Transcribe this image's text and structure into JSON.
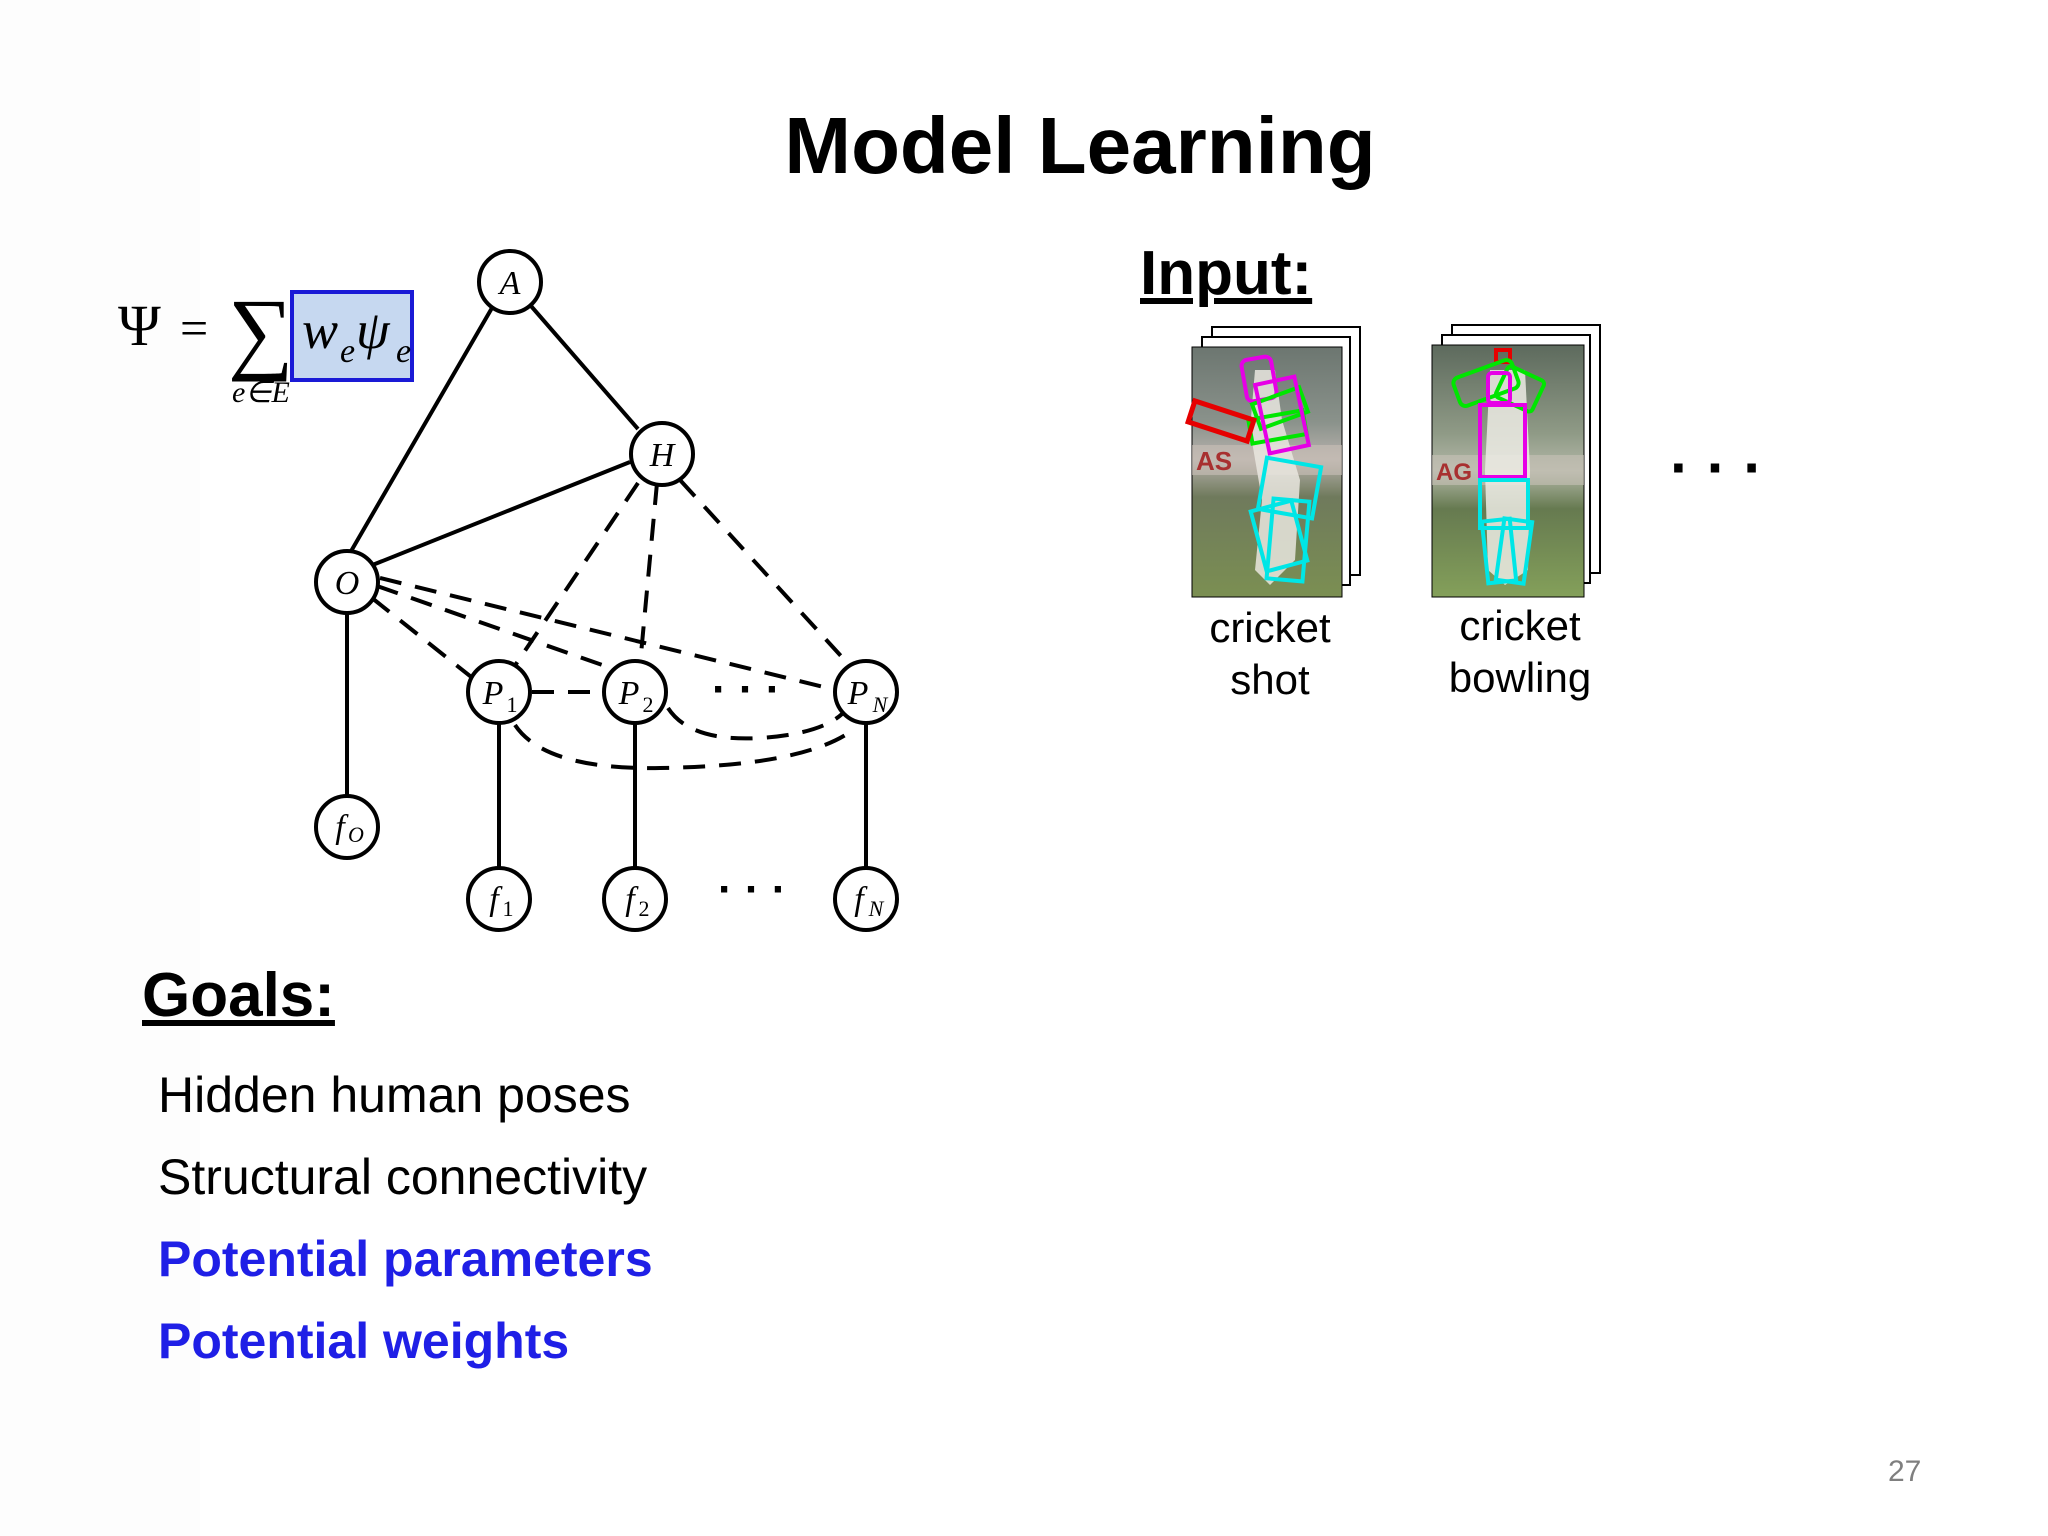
{
  "slide": {
    "title": "Model Learning",
    "page_number": "27"
  },
  "formula": {
    "lhs": "Ψ",
    "equals": "=",
    "sum": "∑",
    "sum_subscript": "e∈E",
    "term_w": "w",
    "term_w_sub": "e",
    "term_psi": "ψ",
    "term_psi_sub": "e",
    "highlight_fill": "#c6d8f0",
    "highlight_border": "#1a1ad6"
  },
  "graph": {
    "nodes": {
      "A": "A",
      "H": "H",
      "O": "O",
      "P1": "P",
      "P1_sub": "1",
      "P2": "P",
      "P2_sub": "2",
      "PN": "P",
      "PN_sub": "N",
      "fO": "f",
      "fO_sub": "O",
      "f1": "f",
      "f1_sub": "1",
      "f2": "f",
      "f2_sub": "2",
      "fN": "f",
      "fN_sub": "N"
    },
    "ellipsis": "· · ·"
  },
  "input": {
    "heading": "Input:",
    "images": [
      {
        "caption_line1": "cricket",
        "caption_line2": "shot"
      },
      {
        "caption_line1": "cricket",
        "caption_line2": "bowling"
      }
    ],
    "more": "· · ·",
    "pose_colors": {
      "head": "#e600e6",
      "arm": "#00e600",
      "bat": "#e60000",
      "legs": "#00e6e6"
    }
  },
  "goals": {
    "heading": "Goals:",
    "items": [
      {
        "label": "Hidden human poses"
      },
      {
        "label": "Structural connectivity"
      },
      {
        "label": "Potential parameters"
      },
      {
        "label": "Potential weights"
      }
    ],
    "highlight_color": "#1f1fe6"
  }
}
